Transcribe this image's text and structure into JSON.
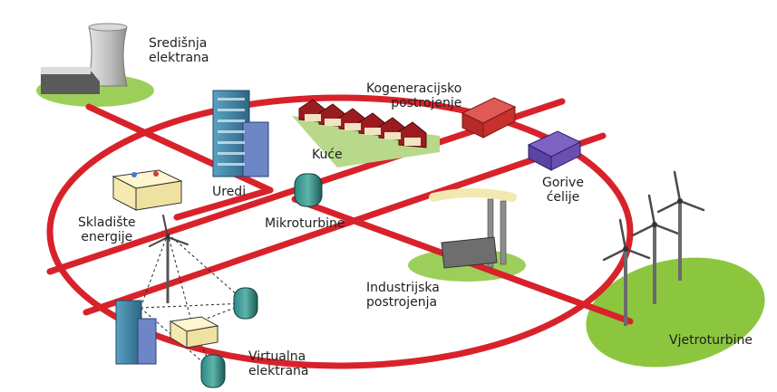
{
  "labels": {
    "central_plant": [
      "Središnja",
      "elektrana"
    ],
    "cogeneration": [
      "Kogeneracijsko",
      "postrojenje"
    ],
    "houses": "Kuće",
    "offices": "Uredi",
    "fuel_cells": [
      "Gorive",
      "ćelije"
    ],
    "storage": [
      "Skladište",
      "energije"
    ],
    "microturbines": "Mikroturbine",
    "industrial": [
      "Industrijska",
      "postrojenja"
    ],
    "virtual_plant": [
      "Virtualna",
      "elektrana"
    ],
    "wind_turbines": "Vjetroturbine"
  },
  "colors": {
    "grid_line": "#d8222b",
    "ground_green": "#8cc63f",
    "office_blue": "#3e7fa0",
    "cogen_red": "#c9302c",
    "fuel_cell_purple": "#6a4fb0",
    "turbine_teal": "#1f6f6a"
  },
  "icons": [
    "power-plant-icon",
    "office-building-icon",
    "houses-icon",
    "cogeneration-plant-icon",
    "fuel-cell-icon",
    "energy-storage-icon",
    "microturbine-icon",
    "industrial-plant-icon",
    "wind-turbine-icon"
  ]
}
